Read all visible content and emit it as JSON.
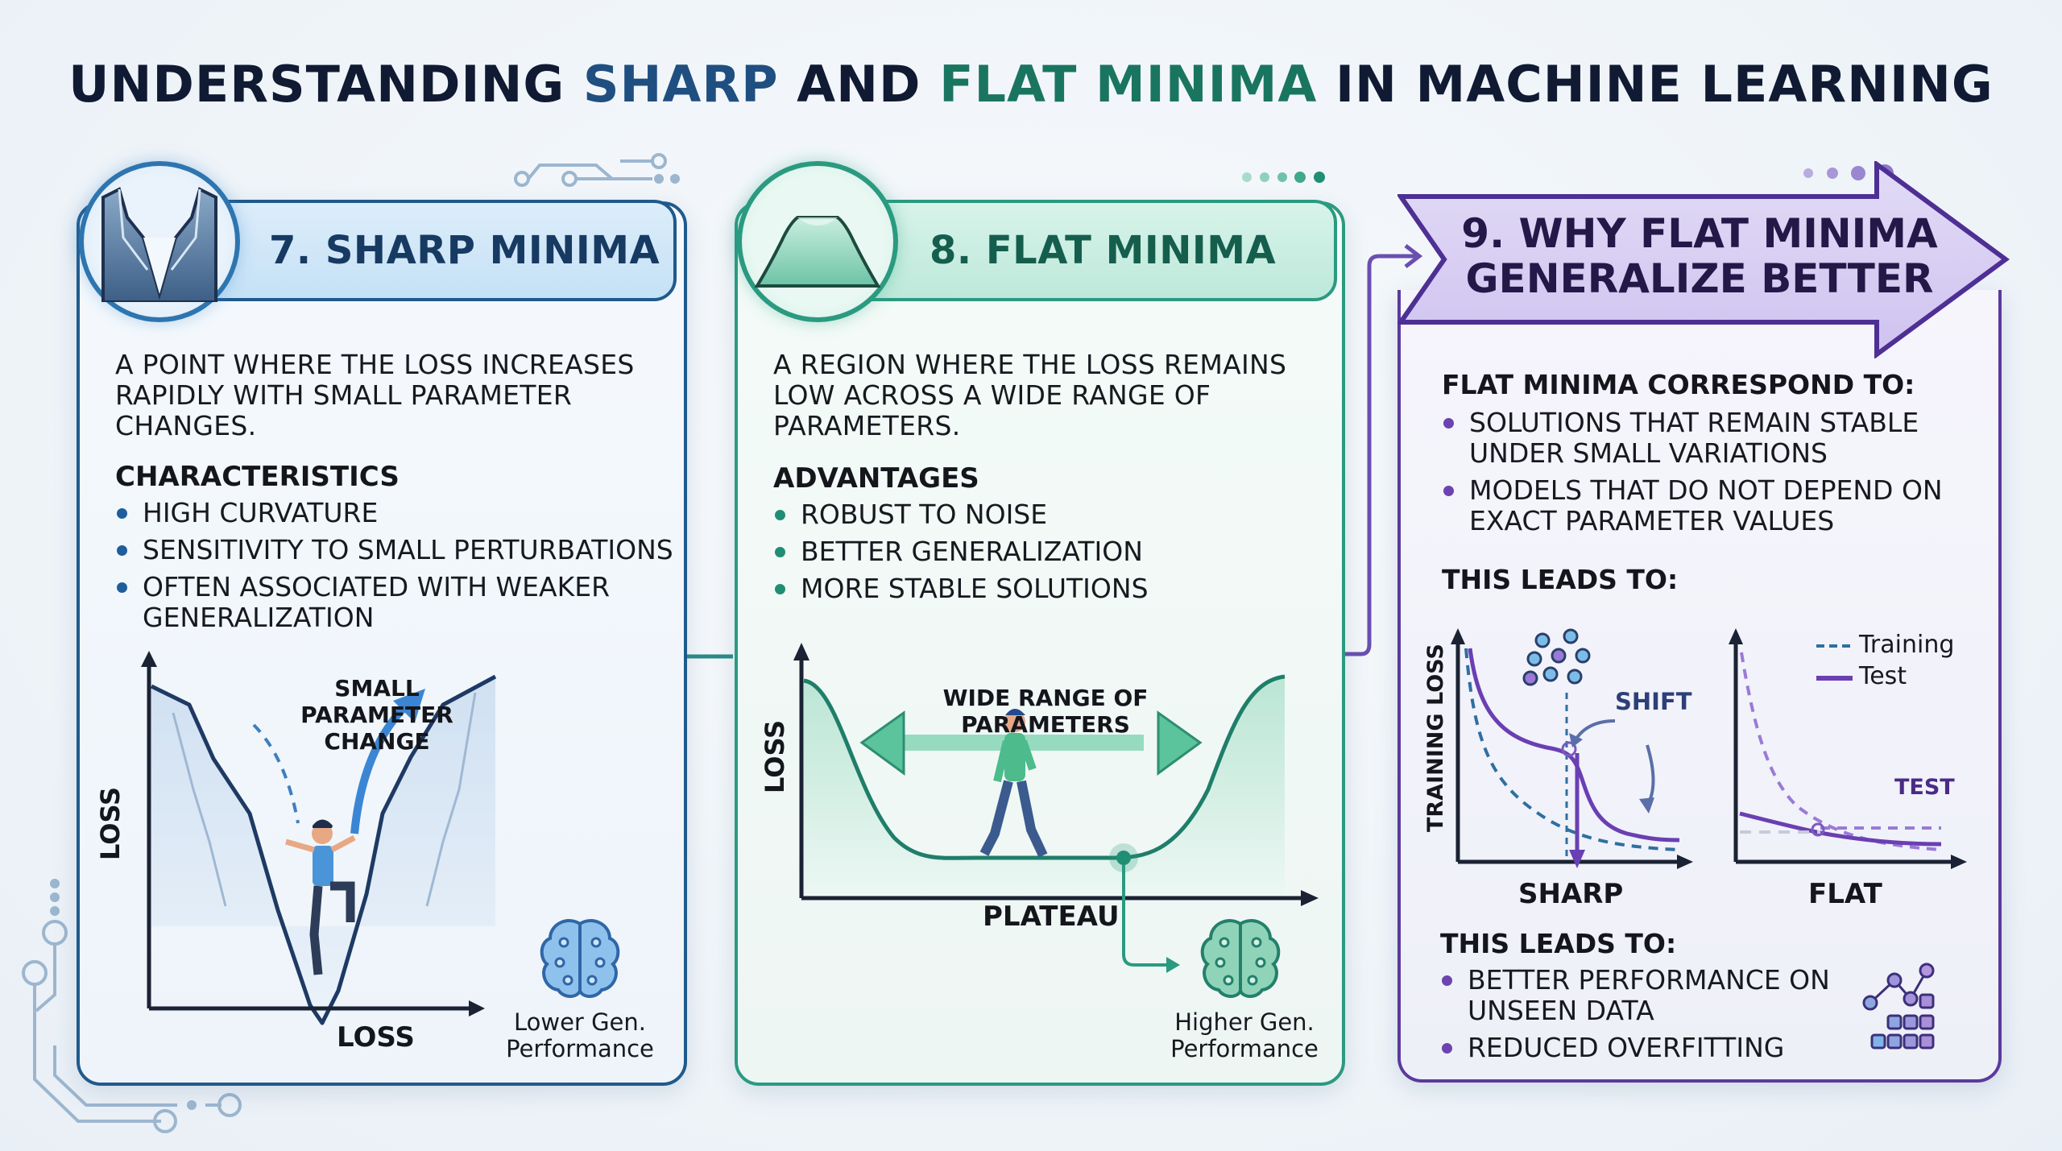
{
  "title": {
    "prefix": "UNDERSTANDING ",
    "sharp": "SHARP",
    "middle": " AND ",
    "flat": "FLAT MINIMA",
    "suffix": " IN MACHINE LEARNING"
  },
  "colors": {
    "sharp_accent": "#1f5a8c",
    "flat_accent": "#2a9a80",
    "why_accent": "#5b3a9e",
    "title_dark": "#101a33"
  },
  "panels": {
    "sharp": {
      "icon": "sharp-valley-icon",
      "heading": "7. SHARP MINIMA",
      "description": "A POINT WHERE THE LOSS INCREASES RAPIDLY WITH SMALL PARAMETER CHANGES.",
      "subheading": "CHARACTERISTICS",
      "bullets": [
        "HIGH CURVATURE",
        "SENSITIVITY TO SMALL PERTURBATIONS",
        "OFTEN ASSOCIATED WITH WEAKER GENERALIZATION"
      ],
      "diagram": {
        "y_label": "LOSS",
        "x_label": "LOSS",
        "annotation": "SMALL PARAMETER CHANGE",
        "outcome_icon": "brain-icon",
        "outcome": "Lower Gen. Performance"
      }
    },
    "flat": {
      "icon": "flat-plateau-icon",
      "heading": "8. FLAT MINIMA",
      "description": "A REGION WHERE THE LOSS REMAINS LOW ACROSS A WIDE RANGE OF PARAMETERS.",
      "subheading": "ADVANTAGES",
      "bullets": [
        "ROBUST TO NOISE",
        "BETTER GENERALIZATION",
        "MORE STABLE SOLUTIONS"
      ],
      "diagram": {
        "y_label": "LOSS",
        "x_label": "PLATEAU",
        "annotation": "WIDE RANGE OF PARAMETERS",
        "outcome_icon": "brain-icon",
        "outcome": "Higher Gen. Performance"
      }
    },
    "why": {
      "heading": "9. WHY FLAT MINIMA GENERALIZE BETTER",
      "subheading1": "FLAT MINIMA CORRESPOND TO:",
      "bullets1": [
        "SOLUTIONS THAT REMAIN STABLE UNDER SMALL VARIATIONS",
        "MODELS THAT DO NOT DEPEND ON EXACT PARAMETER VALUES"
      ],
      "subheading2": "THIS LEADS TO:",
      "charts": {
        "y_label": "TRAINING LOSS",
        "left_x_label": "SHARP",
        "right_x_label": "FLAT",
        "shift_label": "SHIFT",
        "test_label": "TEST",
        "legend": [
          {
            "label": "Training",
            "style": "dashed"
          },
          {
            "label": "Test",
            "style": "solid"
          }
        ]
      },
      "subheading3": "THIS LEADS TO:",
      "bullets2": [
        "BETTER PERFORMANCE ON UNSEEN DATA",
        "REDUCED OVERFITTING"
      ],
      "outcome_icon": "performance-chart-icon"
    }
  }
}
